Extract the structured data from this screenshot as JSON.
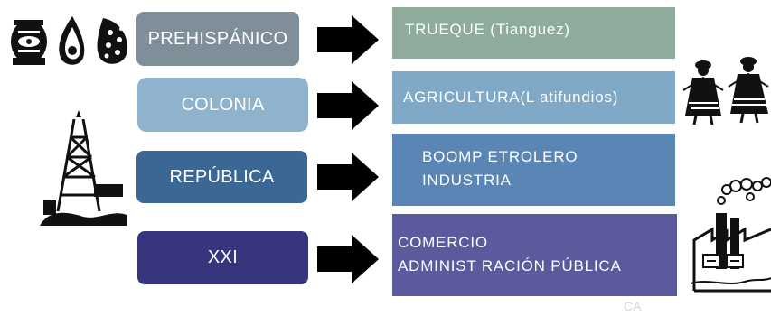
{
  "eras": [
    {
      "label": "PREHISPÁNICO",
      "color": "#7f8f99"
    },
    {
      "label": "COLONIA",
      "color": "#8fb3cc"
    },
    {
      "label": "REPÚBLICA",
      "color": "#3a6794"
    },
    {
      "label": "XXI",
      "color": "#38357f"
    }
  ],
  "activities": [
    {
      "lines": [
        "TRUEQUE (Tianguez)"
      ],
      "color": "#8eab9c"
    },
    {
      "lines": [
        "AGRICULTURA(L atifundios)"
      ],
      "color": "#7fa9c6"
    },
    {
      "lines": [
        "BOOMP ETROLERO",
        "INDUSTRIA"
      ],
      "color": "#5a86b6"
    },
    {
      "lines": [
        "COMERCIO",
        "ADMINIST RACIÓN PÚBLICA"
      ],
      "color": "#5a5a9d"
    }
  ],
  "icons": {
    "top_left": "pre-hispanic-shell-glyphs",
    "left": "oil-derrick",
    "right_top": "dancing-women-illustration",
    "right_bottom": "factory-smokestacks"
  },
  "footer": "CA"
}
